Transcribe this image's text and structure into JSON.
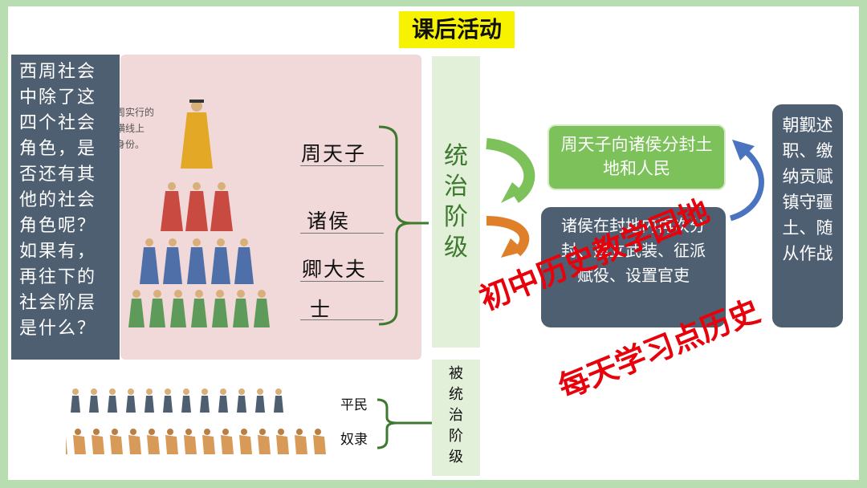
{
  "title": "课后活动",
  "question": "西周社会中除了这四个社会角色，是否还有其他的社会角色呢？如果有，再往下的社会阶层是什么？",
  "book_snippet": "周实行的\n横线上\n身份。",
  "roles": [
    "周天子",
    "诸侯",
    "卿大夫",
    "士"
  ],
  "ruling_class": "统治阶级",
  "ruled_class": "被统治阶级",
  "lower_roles": [
    "平民",
    "奴隶"
  ],
  "box_top": "周天子向诸侯分封土地和人民",
  "box_bottom": "诸侯在封地内再次分封、建立武装、征派赋役、设置官吏",
  "box_right": "朝觐述职、缴纳贡赋镇守疆土、随从作战",
  "watermark_1": "初中历史教学园地",
  "watermark_2": "每天学习点历史",
  "colors": {
    "slate": "#4f5f72",
    "green": "#7dc15a",
    "pink": "#f2d9d9",
    "title_yellow": "#f7f300",
    "watermark": "#e8000b"
  }
}
